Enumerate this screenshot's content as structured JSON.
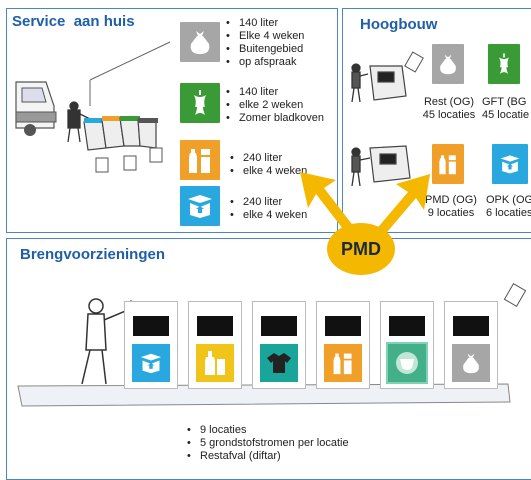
{
  "service": {
    "title": "Service  aan huis",
    "blocks": [
      {
        "items": [
          "140 liter",
          "Elke 4 weken",
          "Buitengebied",
          "op afspraak"
        ]
      },
      {
        "items": [
          "140 liter",
          "elke 2 weken",
          "Zomer bladkoven"
        ]
      },
      {
        "items": [
          "240 liter",
          "elke 4 weken"
        ]
      },
      {
        "items": [
          "240 liter",
          "elke 4 weken"
        ]
      }
    ]
  },
  "hoogbouw": {
    "title": "Hoogbouw",
    "tiles": [
      {
        "line1": "Rest (OG)",
        "line2": "45 locaties"
      },
      {
        "line1": "GFT (BG",
        "line2": "45 locatie"
      },
      {
        "line1": "PMD (OG)",
        "line2": "9 locaties"
      },
      {
        "line1": "OPK (OG",
        "line2": "6 locaties"
      }
    ]
  },
  "pmd_label": "PMD",
  "breng": {
    "title": "Brengvoorzieningen",
    "items": [
      "9 locaties",
      "5 grondstofstromen per locatie",
      "Restafval (diftar)"
    ]
  },
  "colors": {
    "border": "#4a86c8",
    "title": "#1f5fa8",
    "rest": "#a6a6a6",
    "gft": "#3a9a35",
    "pmd": "#f0a029",
    "opk": "#29a8e0",
    "textiel": "#1aa59a",
    "luiers": "#43b08a",
    "badge": "#f5b800"
  },
  "icons": [
    "garbage-bag-icon",
    "apple-core-icon",
    "bottle-can-icon",
    "box-recycle-icon",
    "shirt-icon",
    "diaper-icon",
    "glass-bottle-icon",
    "person-icon",
    "truck-icon",
    "container-icon",
    "tag-icon"
  ]
}
